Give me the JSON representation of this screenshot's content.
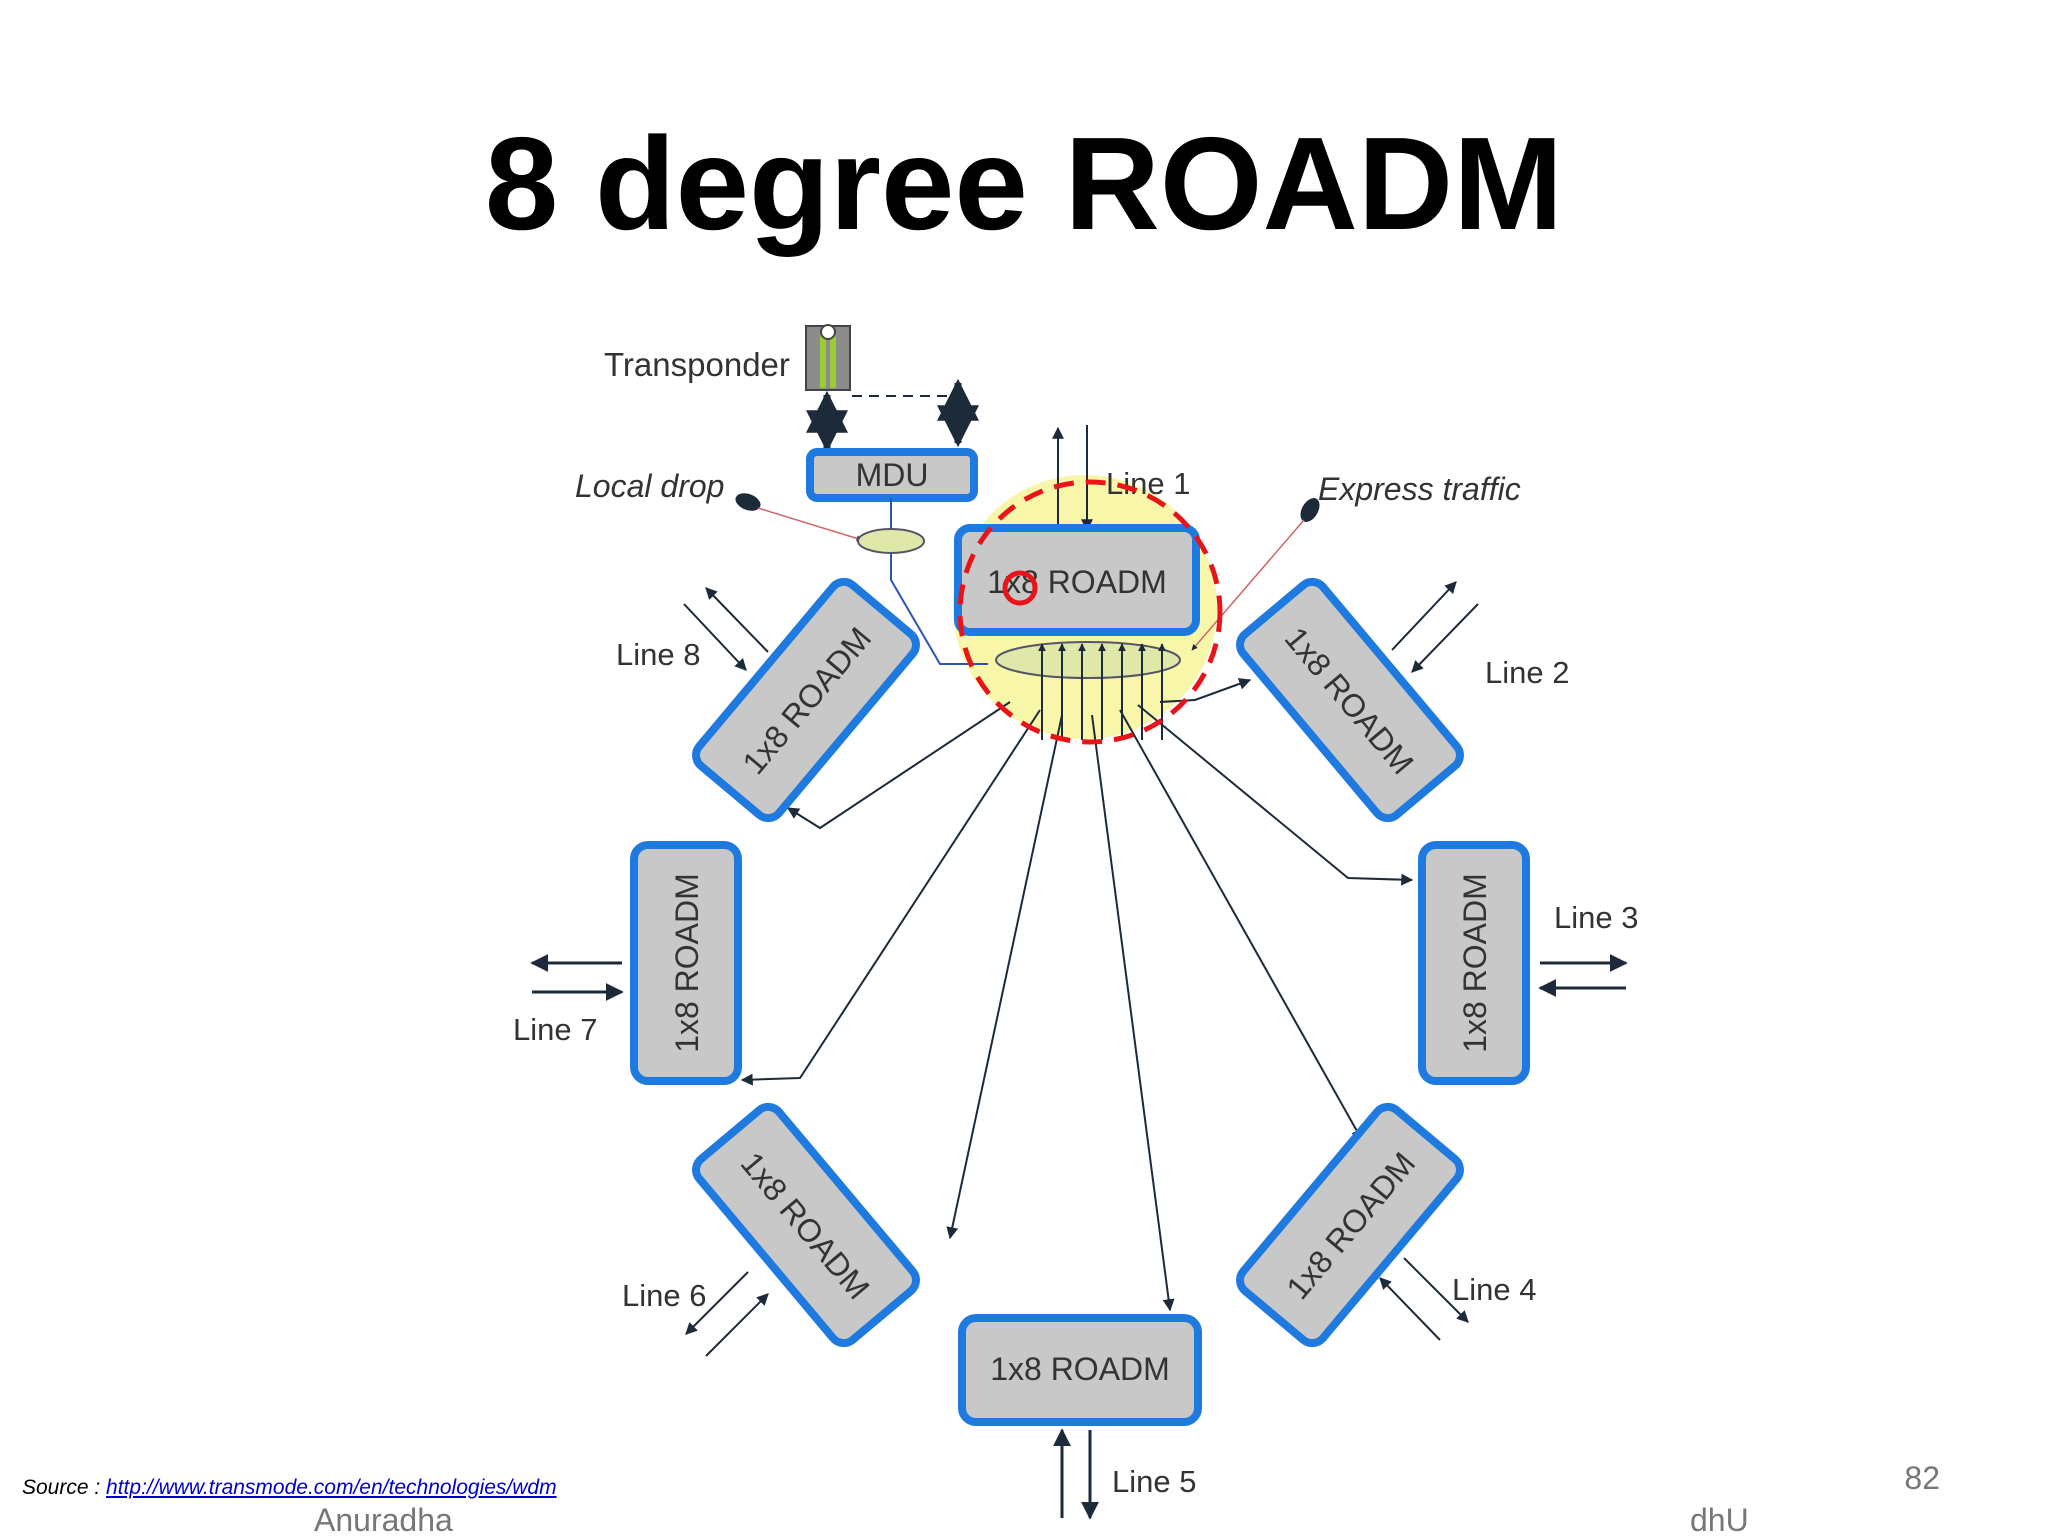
{
  "slide": {
    "title": "8 degree ROADM",
    "page_number": "82",
    "source_prefix": "Source : ",
    "source_url": "http://www.transmode.com/en/technologies/wdm",
    "footer_left": "Anuradha",
    "footer_right": "dhU"
  },
  "diagram": {
    "transponder_label": "Transponder",
    "mdu_label": "MDU",
    "local_drop_label": "Local drop",
    "express_traffic_label": "Express traffic",
    "roadm_label_1": "1x",
    "roadm_label_2": "8",
    "roadm_label_3": " ROADM",
    "roadm_label": "1x8 ROADM",
    "lines": [
      "Line 1",
      "Line 2",
      "Line 3",
      "Line 4",
      "Line 5",
      "Line 6",
      "Line 7",
      "Line 8"
    ]
  },
  "colors": {
    "box_fill": "#c8c8c8",
    "box_border": "#1f7ae0",
    "arrow": "#1c2a3a",
    "highlight_fill": "#f7f49a",
    "highlight_circle": "#e8141a",
    "ellipse_fill": "#dfe8a8"
  }
}
